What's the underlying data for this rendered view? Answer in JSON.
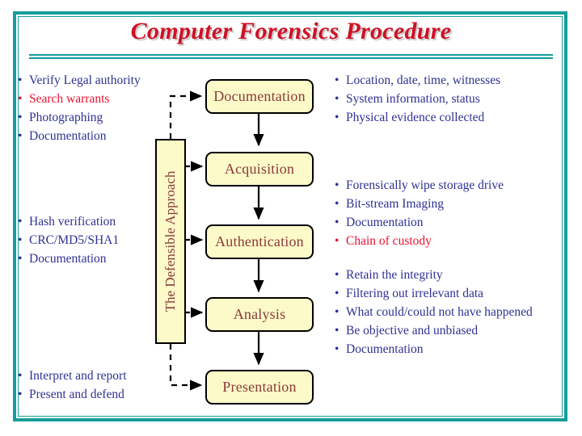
{
  "slide": {
    "title": "Computer Forensics Procedure",
    "title_color": "#CE1126",
    "frame_color": "#179C9C",
    "bullet_color": "#2E3192",
    "highlight_color": "#E8112D",
    "box_fill": "#FCFAC8",
    "box_text_color": "#8A3A3A"
  },
  "left_lists": [
    {
      "items": [
        {
          "text": "Verify Legal authority",
          "highlight": false
        },
        {
          "text": "Search warrants",
          "highlight": true
        },
        {
          "text": "Photographing",
          "highlight": false
        },
        {
          "text": "Documentation",
          "highlight": false
        }
      ]
    },
    {
      "items": [
        {
          "text": "Hash verification",
          "highlight": false
        },
        {
          "text": "CRC/MD5/SHA1",
          "highlight": false
        },
        {
          "text": "Documentation",
          "highlight": false
        }
      ]
    },
    {
      "items": [
        {
          "text": "Interpret and report",
          "highlight": false
        },
        {
          "text": "Present and defend",
          "highlight": false
        }
      ]
    }
  ],
  "right_lists": [
    {
      "items": [
        {
          "text": "Location, date, time, witnesses",
          "highlight": false
        },
        {
          "text": "System information, status",
          "highlight": false
        },
        {
          "text": "Physical evidence collected",
          "highlight": false
        }
      ]
    },
    {
      "items": [
        {
          "text": "Forensically wipe storage drive",
          "highlight": false
        },
        {
          "text": "Bit-stream Imaging",
          "highlight": false
        },
        {
          "text": "Documentation",
          "highlight": false
        },
        {
          "text": "Chain of custody",
          "highlight": true
        }
      ]
    },
    {
      "items": [
        {
          "text": "Retain the integrity",
          "highlight": false
        },
        {
          "text": "Filtering out irrelevant data",
          "highlight": false
        },
        {
          "text": "What could/could not have happened",
          "highlight": false
        },
        {
          "text": "Be objective and unbiased",
          "highlight": false
        },
        {
          "text": "Documentation",
          "highlight": false
        }
      ]
    }
  ],
  "flow": {
    "stages": [
      {
        "label": "Documentation"
      },
      {
        "label": "Acquisition"
      },
      {
        "label": "Authentication"
      },
      {
        "label": "Analysis"
      },
      {
        "label": "Presentation"
      }
    ],
    "side_label": "The Defensible Approach"
  }
}
